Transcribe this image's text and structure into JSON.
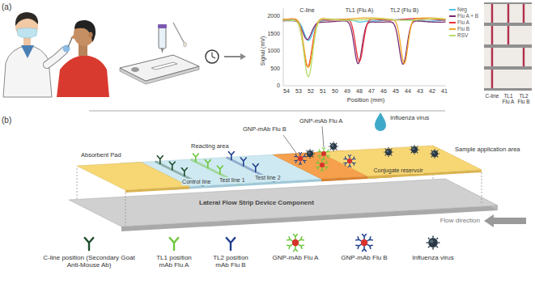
{
  "diagram": {
    "labels": [
      "(a)",
      "Signal (mV)",
      "2000",
      "1500",
      "1000",
      "500",
      "0",
      "C-line",
      "TL1 (Flu A)",
      "TL2 (Flu B)",
      "54",
      "53",
      "52",
      "51",
      "50",
      "49",
      "48",
      "47",
      "46",
      "45",
      "44",
      "43",
      "42",
      "41",
      "Position (mm)",
      "C-line",
      "TL1 Flu A",
      "TL2 Flu B",
      "(b)",
      "GNP-mAb Flu B",
      "GNP-mAb Flu A",
      "Influenza virus",
      "Absorbent Pad",
      "Reacting area",
      "Conjugate reservoir",
      "Control line",
      "Test line 1",
      "Test line 2",
      "Sample application area",
      "Lateral Flow Strip Device Component",
      "Flow direction"
    ],
    "legend": [
      {
        "text": "Neg",
        "color": "#4fc3e8"
      },
      {
        "text": "Flu A + B",
        "color": "#7b2a6e"
      },
      {
        "text": "Flu A",
        "color": "#e8303a"
      },
      {
        "text": "Flu B",
        "color": "#f5a623"
      },
      {
        "text": "RSV",
        "color": "#b8dc6a"
      },
      {
        "text": "C-line position (Secondary Goat Anti-Mouse Ab)"
      },
      {
        "text": "TL1 position mAb Flu A"
      },
      {
        "text": "TL2 position mAb Flu B"
      },
      {
        "text": "GNP-mAb Flu A"
      },
      {
        "text": "GNP-mAb Flu B"
      },
      {
        "text": "Influenza virus"
      }
    ]
  }
}
